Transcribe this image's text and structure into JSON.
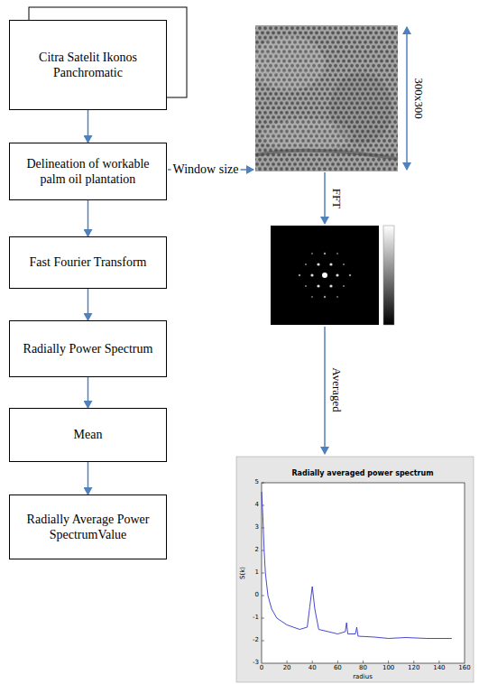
{
  "diagram": {
    "nodes": [
      {
        "text": [
          "Citra Satelit Ikonos Panchromatic"
        ]
      },
      {
        "text": [
          "Delineation of workable palm oil plantation"
        ]
      },
      {
        "text": [
          "Fast Fourier Transform"
        ]
      },
      {
        "text": [
          "Radially Power Spectrum"
        ]
      },
      {
        "text": [
          "Mean"
        ]
      },
      {
        "text": [
          "Radially Average Power SpectrumValue"
        ]
      }
    ],
    "edges": [
      {
        "from": 0,
        "to": 1,
        "arrow": "to"
      },
      {
        "from": 1,
        "to": 2,
        "arrow": "to"
      },
      {
        "from": 2,
        "to": 3,
        "arrow": "to"
      },
      {
        "from": 3,
        "to": 4,
        "arrow": "to"
      },
      {
        "from": 4,
        "to": 5,
        "arrow": "to"
      }
    ],
    "labels": [
      "Window size",
      "300x300",
      "FFT",
      "Averaged",
      "Radially averaged power spectrum",
      "radius",
      "S(k)",
      "5",
      "4",
      "3",
      "2",
      "1",
      "0",
      "-1",
      "-2",
      "-3",
      "0",
      "20",
      "40",
      "60",
      "80",
      "100",
      "120",
      "140",
      "160"
    ]
  }
}
